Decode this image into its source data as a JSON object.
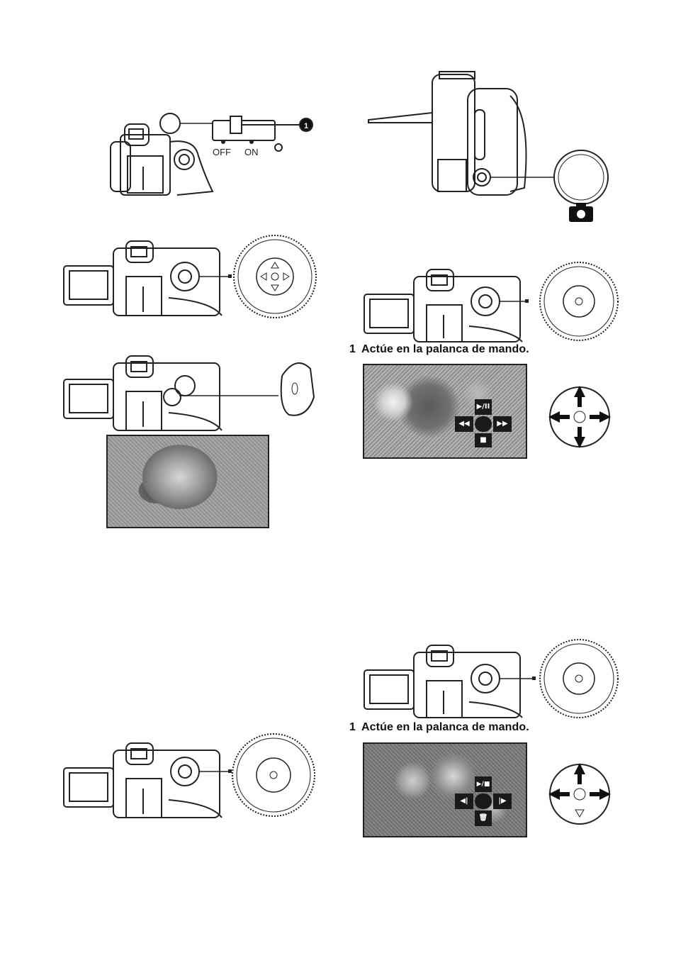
{
  "power_switch": {
    "off_label": "OFF",
    "on_label": "ON",
    "callout_number": "1"
  },
  "captions": [
    {
      "number": "1",
      "text": "Actúe en la palanca de mando."
    },
    {
      "number": "1",
      "text": "Actúe en la palanca de mando."
    }
  ],
  "playback_overlay_video": {
    "play_pause": "▶/II",
    "rewind": "◀◀",
    "fast_forward": "▶▶",
    "stop": "■"
  },
  "playback_overlay_picture": {
    "play_pause": "▶/■",
    "previous": "◀|",
    "next": "|▶",
    "delete": "🗑"
  }
}
